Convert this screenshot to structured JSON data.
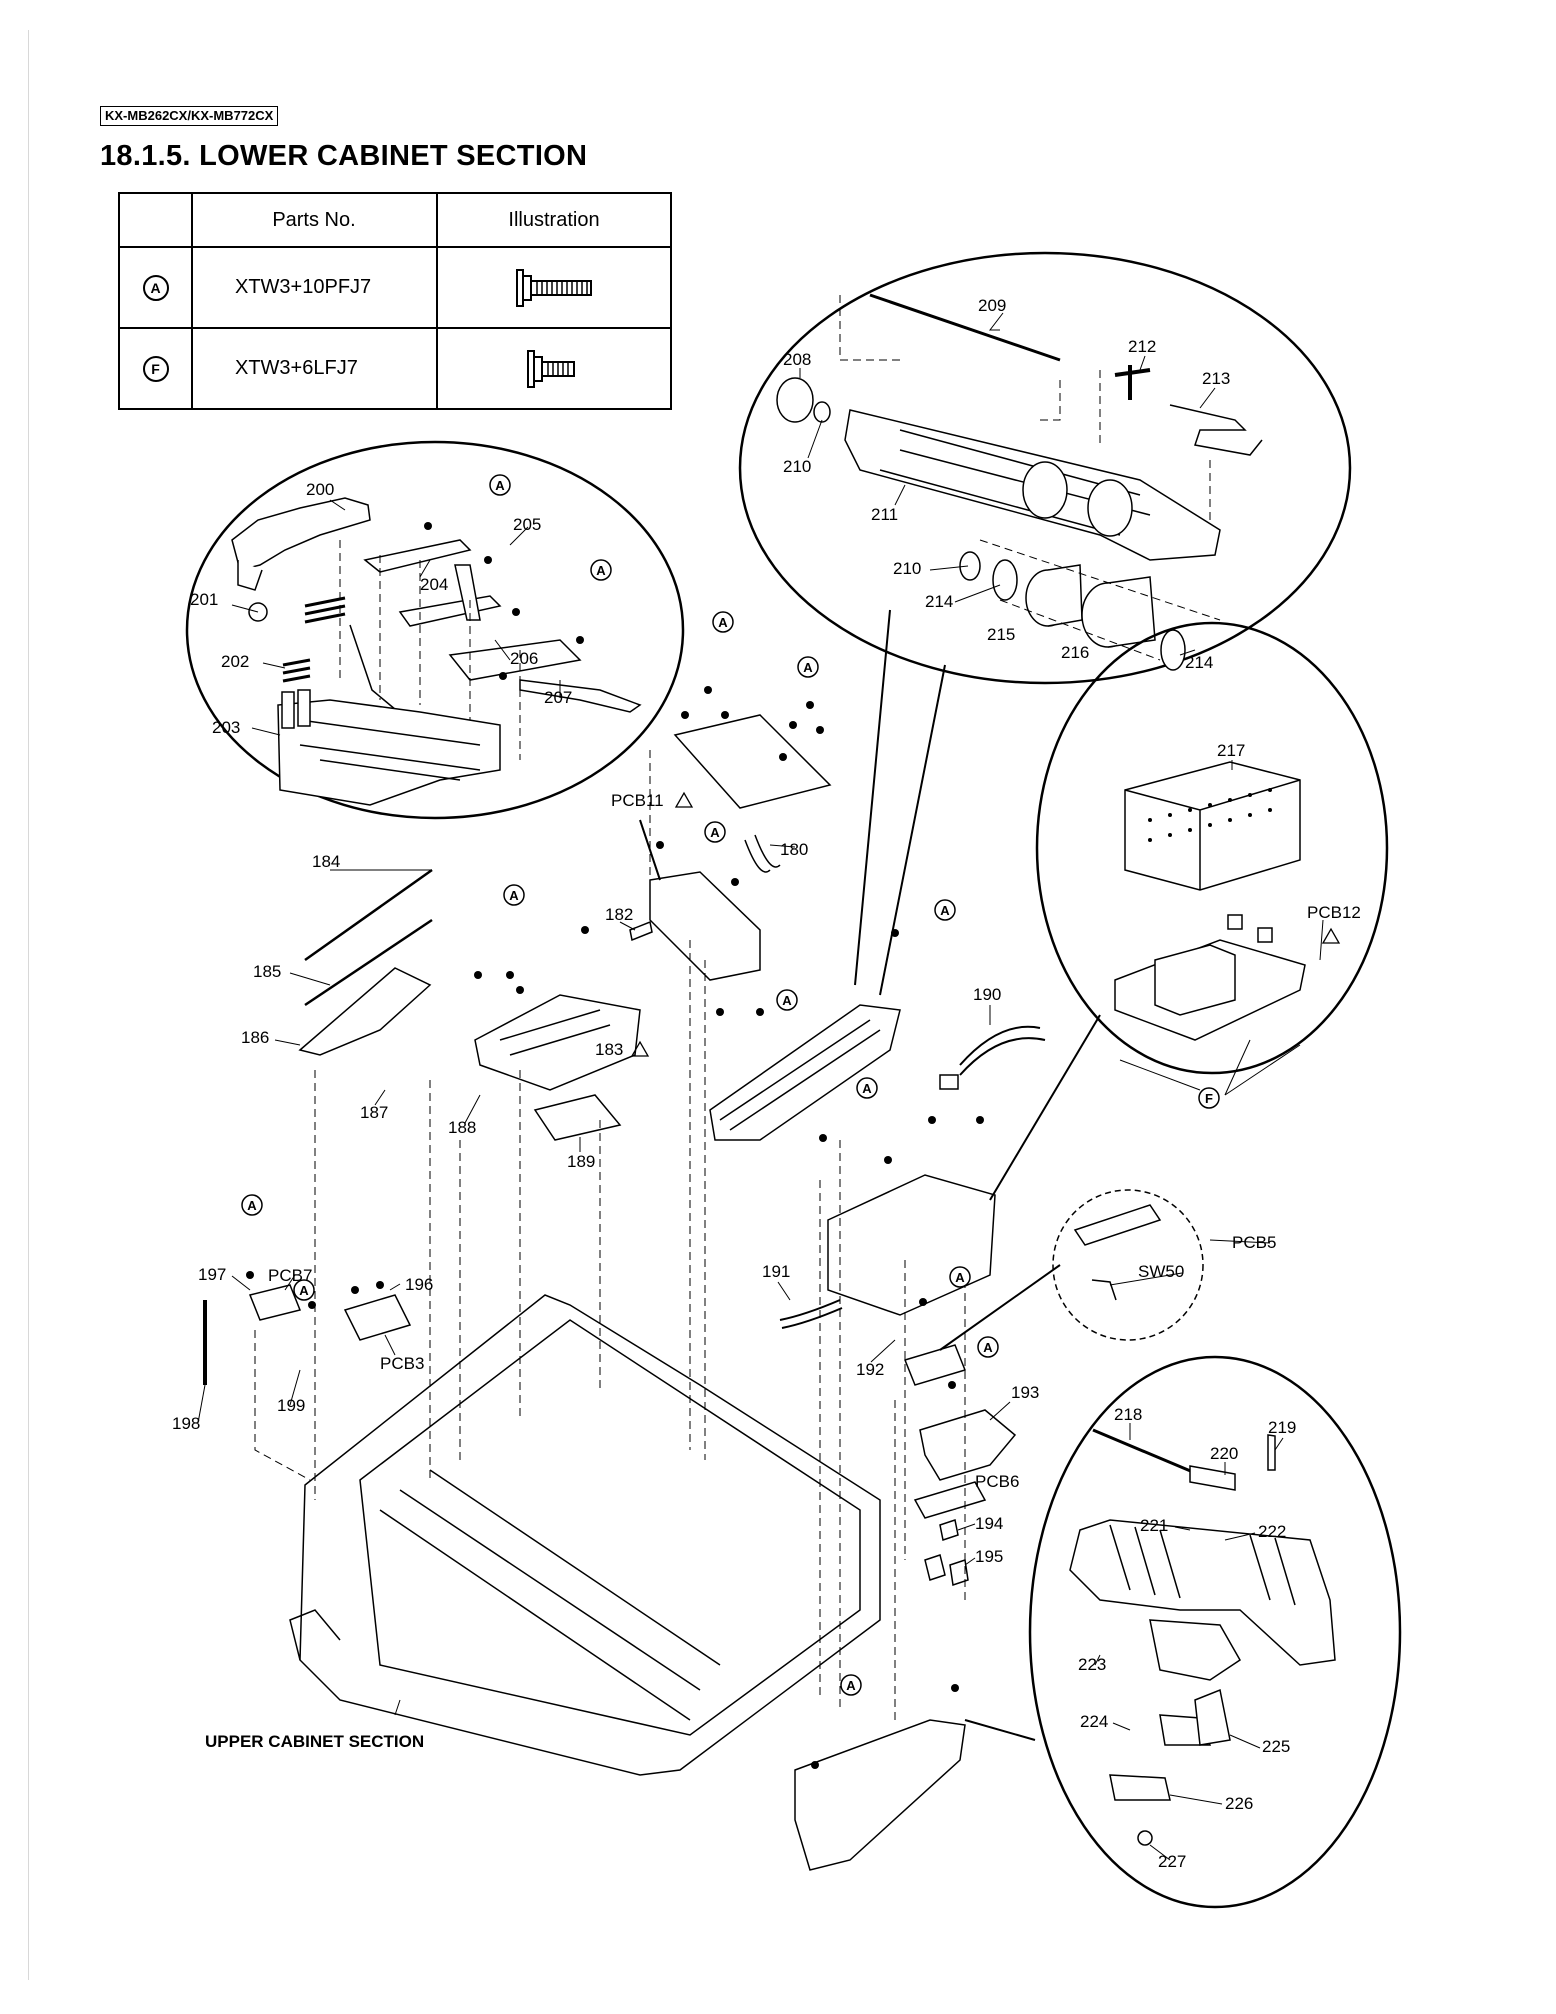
{
  "header": {
    "model": "KX-MB262CX/KX-MB772CX",
    "title": "18.1.5.   LOWER CABINET SECTION"
  },
  "parts_table": {
    "headers": [
      "",
      "Parts No.",
      "Illustration"
    ],
    "rows": [
      {
        "symbol": "A",
        "part_no": "XTW3+10PFJ7",
        "screw": "long-screw-icon"
      },
      {
        "symbol": "F",
        "part_no": "XTW3+6LFJ7",
        "screw": "short-screw-icon"
      }
    ]
  },
  "labels": {
    "l200": "200",
    "l201": "201",
    "l202": "202",
    "l203": "203",
    "l204": "204",
    "l205": "205",
    "l206": "206",
    "l207": "207",
    "l208": "208",
    "l209": "209",
    "l210a": "210",
    "l210b": "210",
    "l211": "211",
    "l212": "212",
    "l213": "213",
    "l214a": "214",
    "l214b": "214",
    "l215": "215",
    "l216": "216",
    "l217": "217",
    "l180": "180",
    "l182": "182",
    "l183": "183",
    "l184": "184",
    "l185": "185",
    "l186": "186",
    "l187": "187",
    "l188": "188",
    "l189": "189",
    "l190": "190",
    "l191": "191",
    "l192": "192",
    "l193": "193",
    "l194": "194",
    "l195": "195",
    "l196": "196",
    "l197": "197",
    "l198": "198",
    "l199": "199",
    "l218": "218",
    "l219": "219",
    "l220": "220",
    "l221": "221",
    "l222": "222",
    "l223": "223",
    "l224": "224",
    "l225": "225",
    "l226": "226",
    "l227": "227",
    "pcb11": "PCB11",
    "pcb12": "PCB12",
    "pcb7": "PCB7",
    "pcb3": "PCB3",
    "pcb5": "PCB5",
    "pcb6": "PCB6",
    "sw50": "SW50",
    "upper": "UPPER CABINET SECTION"
  },
  "screw_marker": "A",
  "screw_marker_f": "F"
}
